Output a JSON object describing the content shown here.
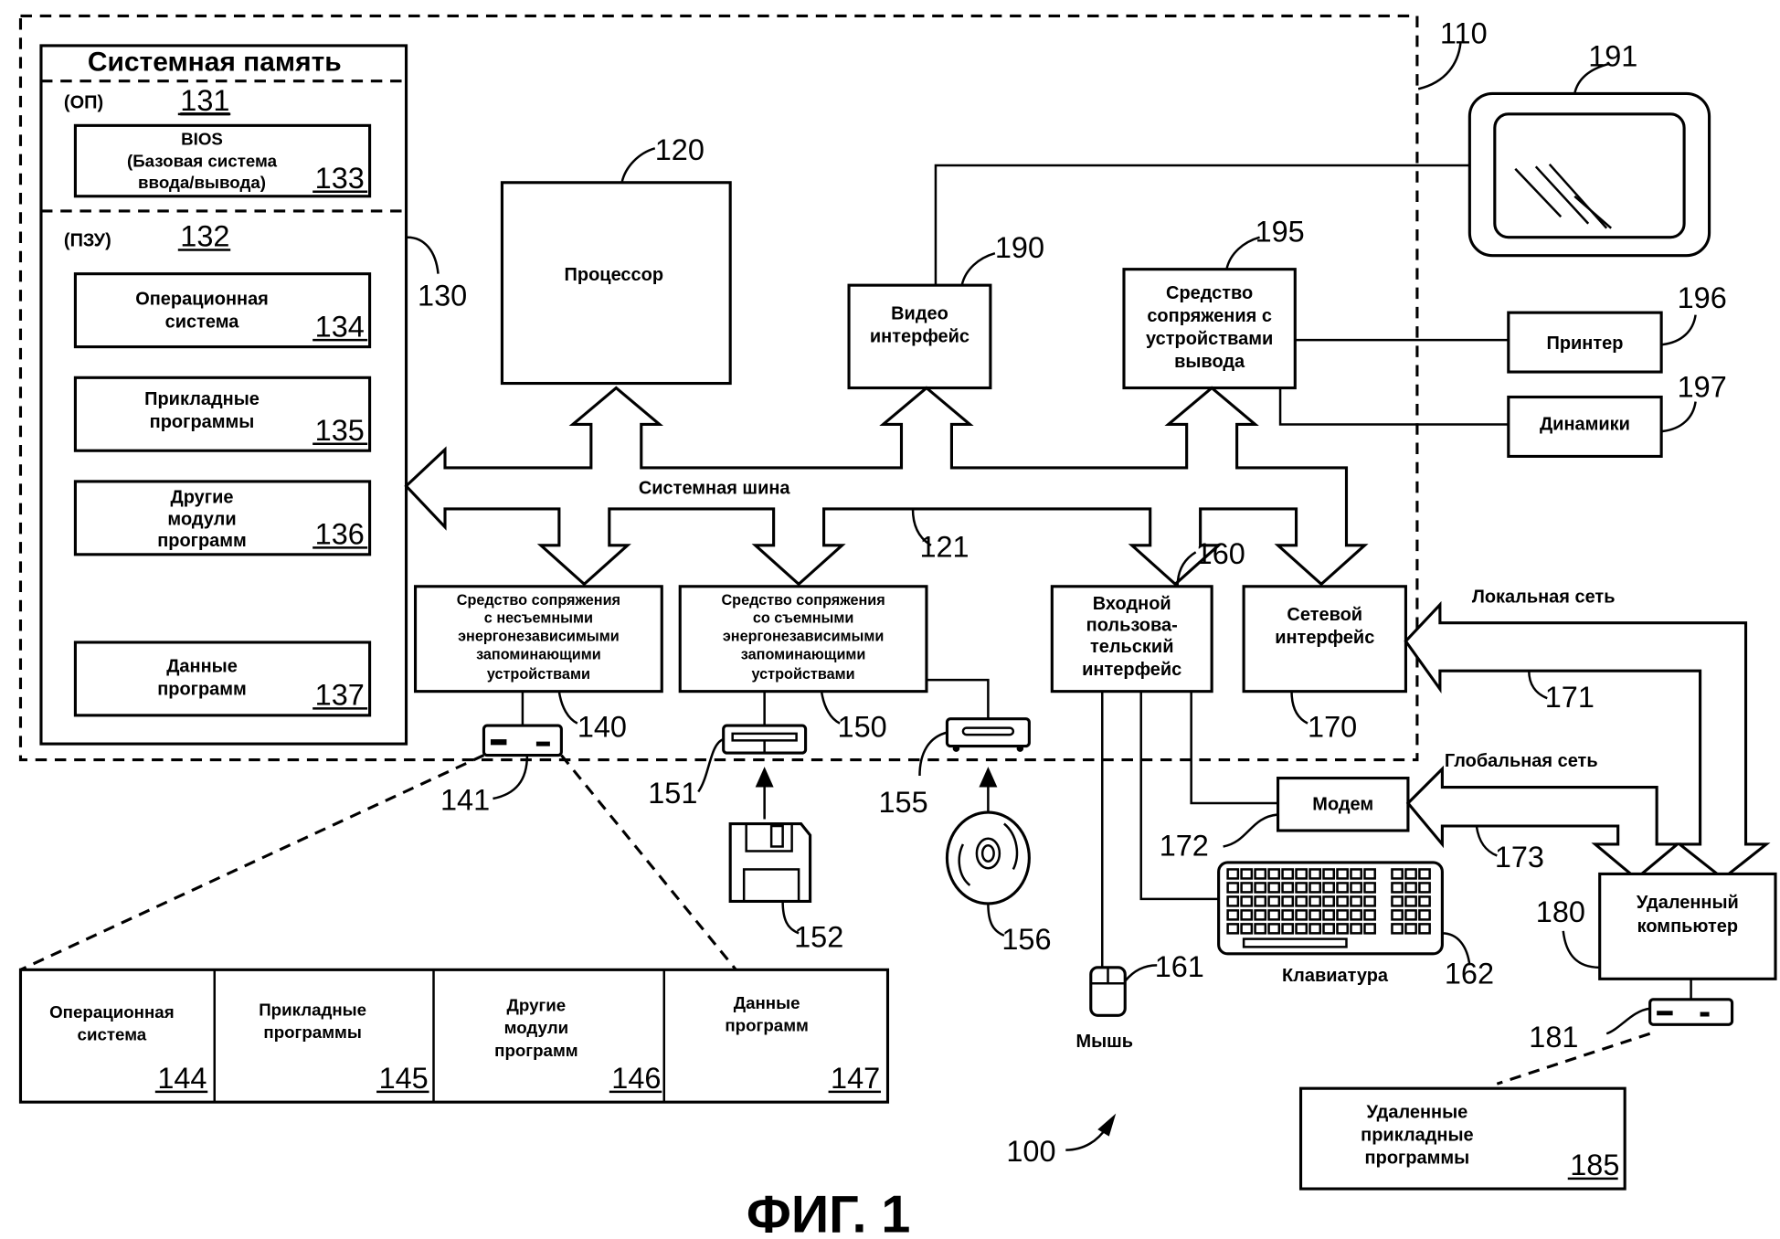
{
  "figure": {
    "caption": "ФИГ. 1",
    "ref": "100"
  },
  "computer": {
    "ref": "110"
  },
  "system_memory": {
    "title": "Системная память",
    "ref": "130",
    "ram": {
      "label": "(ОП)",
      "ref": "131"
    },
    "rom": {
      "label": "(ПЗУ)",
      "ref": "132"
    },
    "bios": {
      "lines": [
        "BIOS",
        "(Базовая система",
        "ввода/вывода)"
      ],
      "ref": "133"
    },
    "items": [
      {
        "lines": [
          "Операционная",
          "система"
        ],
        "ref": "134"
      },
      {
        "lines": [
          "Прикладные",
          "программы"
        ],
        "ref": "135"
      },
      {
        "lines": [
          "Другие",
          "модули",
          "программ"
        ],
        "ref": "136"
      },
      {
        "lines": [
          "Данные",
          "программ"
        ],
        "ref": "137"
      }
    ]
  },
  "processor": {
    "label": "Процессор",
    "ref": "120"
  },
  "system_bus": {
    "label": "Системная шина",
    "ref": "121"
  },
  "video_interface": {
    "lines": [
      "Видео",
      "интерфейс"
    ],
    "ref": "190"
  },
  "monitor": {
    "ref": "191"
  },
  "output_peripheral_interface": {
    "lines": [
      "Средство",
      "сопряжения с",
      "устройствами",
      "вывода"
    ],
    "ref": "195"
  },
  "printer": {
    "label": "Принтер",
    "ref": "196"
  },
  "speakers": {
    "label": "Динамики",
    "ref": "197"
  },
  "nonremovable_interface": {
    "lines": [
      "Средство сопряжения",
      "с несъемными",
      "энергонезависимыми",
      "запоминающими",
      "устройствами"
    ],
    "ref": "140"
  },
  "removable_interface": {
    "lines": [
      "Средство сопряжения",
      "со съемными",
      "энергонезависимыми",
      "запоминающими",
      "устройствами"
    ],
    "ref": "150"
  },
  "hard_disk": {
    "ref": "141"
  },
  "floppy_drive": {
    "ref": "151"
  },
  "floppy_disk": {
    "ref": "152"
  },
  "optical_drive": {
    "ref": "155"
  },
  "optical_disk": {
    "ref": "156"
  },
  "user_input_interface": {
    "lines": [
      "Входной",
      "пользова-",
      "тельский",
      "интерфейс"
    ],
    "ref": "160"
  },
  "network_interface": {
    "lines": [
      "Сетевой",
      "интерфейс"
    ],
    "ref": "170"
  },
  "lan": {
    "label": "Локальная сеть",
    "ref": "171"
  },
  "wan": {
    "label": "Глобальная сеть",
    "ref": "173"
  },
  "modem": {
    "label": "Модем",
    "ref": "172"
  },
  "mouse": {
    "label": "Мышь",
    "ref": "161"
  },
  "keyboard": {
    "label": "Клавиатура",
    "ref": "162"
  },
  "remote_computer": {
    "lines": [
      "Удаленный",
      "компьютер"
    ],
    "ref": "180"
  },
  "remote_storage": {
    "ref": "181"
  },
  "remote_apps": {
    "lines": [
      "Удаленные",
      "прикладные",
      "программы"
    ],
    "ref": "185"
  },
  "disk_contents": [
    {
      "lines": [
        "Операционная",
        "система"
      ],
      "ref": "144"
    },
    {
      "lines": [
        "Прикладные",
        "программы"
      ],
      "ref": "145"
    },
    {
      "lines": [
        "Другие",
        "модули",
        "программ"
      ],
      "ref": "146"
    },
    {
      "lines": [
        "Данные",
        "программ"
      ],
      "ref": "147"
    }
  ]
}
